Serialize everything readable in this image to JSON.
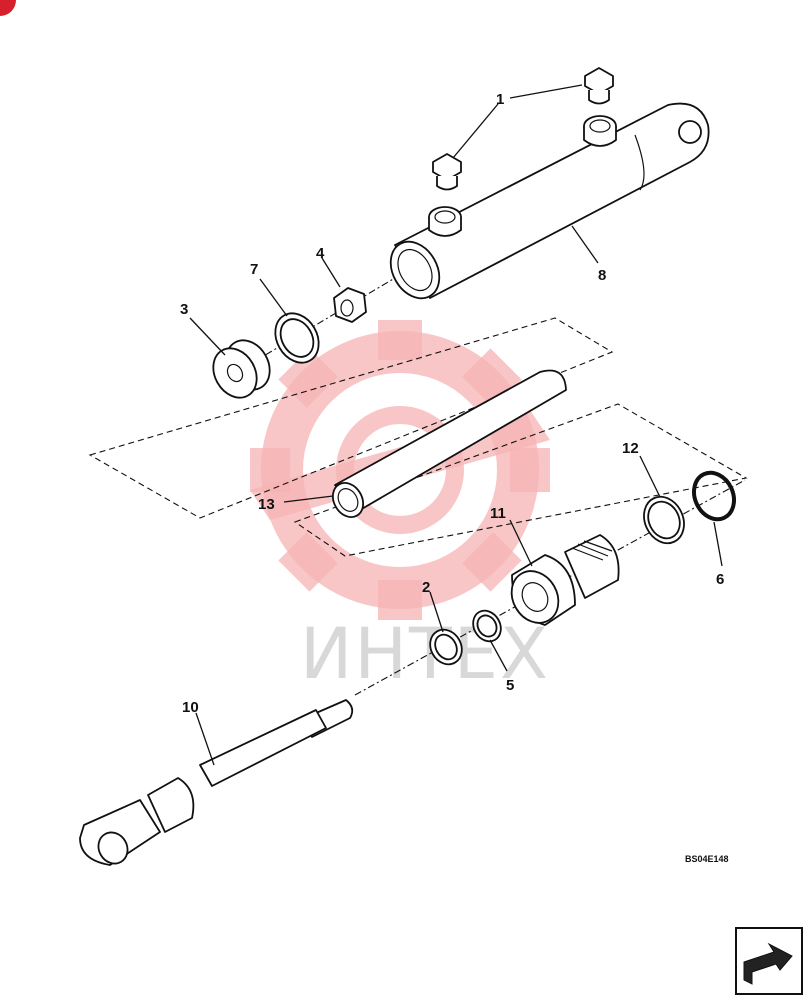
{
  "diagram": {
    "callouts": [
      {
        "id": "c1",
        "label": "1"
      },
      {
        "id": "c2",
        "label": "2"
      },
      {
        "id": "c3",
        "label": "3"
      },
      {
        "id": "c4",
        "label": "4"
      },
      {
        "id": "c5",
        "label": "5"
      },
      {
        "id": "c6",
        "label": "6"
      },
      {
        "id": "c7",
        "label": "7"
      },
      {
        "id": "c8",
        "label": "8"
      },
      {
        "id": "c10",
        "label": "10"
      },
      {
        "id": "c11",
        "label": "11"
      },
      {
        "id": "c12",
        "label": "12"
      },
      {
        "id": "c13",
        "label": "13"
      }
    ],
    "reference_code": "BS04E148",
    "watermark_text": "ИНТЕХ",
    "nav_icon": "next-page-arrow-icon"
  }
}
